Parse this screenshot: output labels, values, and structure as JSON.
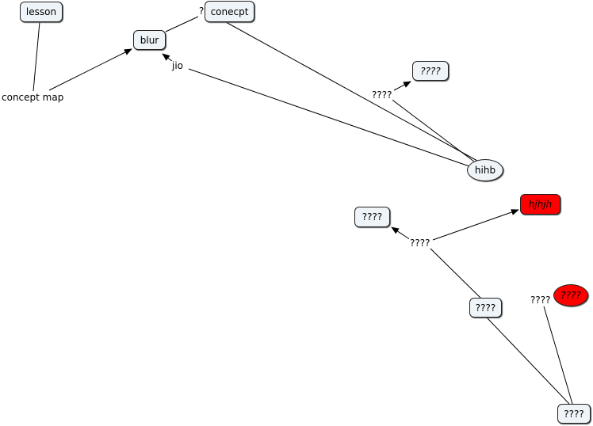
{
  "nodes": {
    "lesson": "lesson",
    "blur": "blur",
    "conecpt": "conecpt",
    "q_italic_top": "????",
    "hihb": "hihb",
    "q_left": "????",
    "hjhjh": "hjhjh",
    "q_mid": "????",
    "q_red_ellipse": "????",
    "q_bottom": "????"
  },
  "links": {
    "concept_map": "concept map",
    "jio": "jio",
    "question_mark": "?",
    "q_upper": "????",
    "q_center": "????",
    "q_right": "????"
  },
  "colors": {
    "node_fill": "#eef4f7",
    "highlight": "#ff0000",
    "line": "#000000"
  }
}
